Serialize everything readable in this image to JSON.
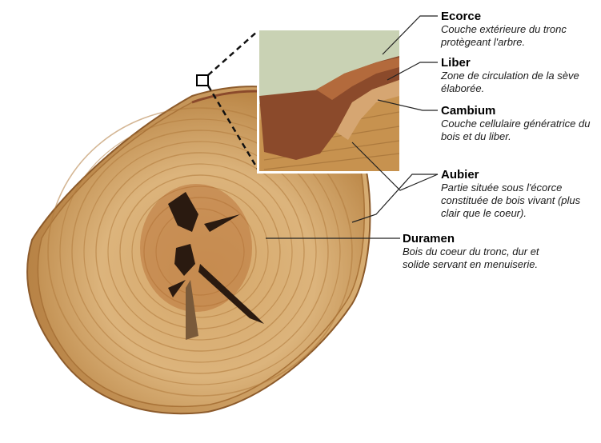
{
  "diagram": {
    "labels": [
      {
        "term": "Ecorce",
        "description": "Couche extérieure du tronc protègeant l'arbre."
      },
      {
        "term": "Liber",
        "description": "Zone de circulation de la sève élaborée."
      },
      {
        "term": "Cambium",
        "description": "Couche cellulaire génératrice du bois et du liber."
      },
      {
        "term": "Aubier",
        "description": "Partie située sous l'écorce constituée de bois vivant (plus clair que le coeur)."
      },
      {
        "term": "Duramen",
        "description": "Bois du coeur du tronc, dur et solide servant en menuiserie."
      }
    ],
    "colors": {
      "wood_light": "#d9b57a",
      "wood_mid": "#c08a45",
      "wood_dark": "#8a5526",
      "bark": "#8b4a2b",
      "heart_crack": "#2a1a10",
      "leader_line": "#222222",
      "inset_border": "#ffffff"
    }
  }
}
